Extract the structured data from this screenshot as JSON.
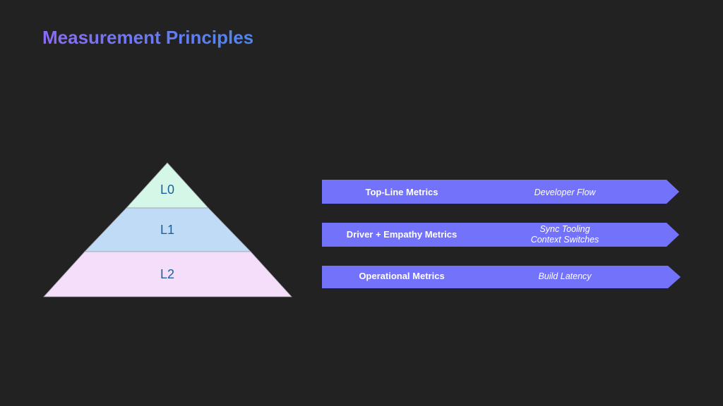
{
  "slide": {
    "title": "Measurement Principles"
  },
  "colors": {
    "background": "#222222",
    "title_gradient_start": "#8a6bf5",
    "title_gradient_end": "#4e86f0",
    "arrow_fill": "#7372fb",
    "level_text": "#1f5f9f",
    "L0_fill": "#d4f7e8",
    "L1_fill": "#c0dbf6",
    "L2_fill": "#f5defa"
  },
  "pyramid": {
    "levels": [
      {
        "label": "L0"
      },
      {
        "label": "L1"
      },
      {
        "label": "L2"
      }
    ]
  },
  "metrics": [
    {
      "name": "Top-Line Metrics",
      "details": [
        "Developer Flow"
      ]
    },
    {
      "name": "Driver + Empathy Metrics",
      "details": [
        "Sync Tooling",
        "Context Switches"
      ]
    },
    {
      "name": "Operational Metrics",
      "details": [
        "Build Latency"
      ]
    }
  ]
}
